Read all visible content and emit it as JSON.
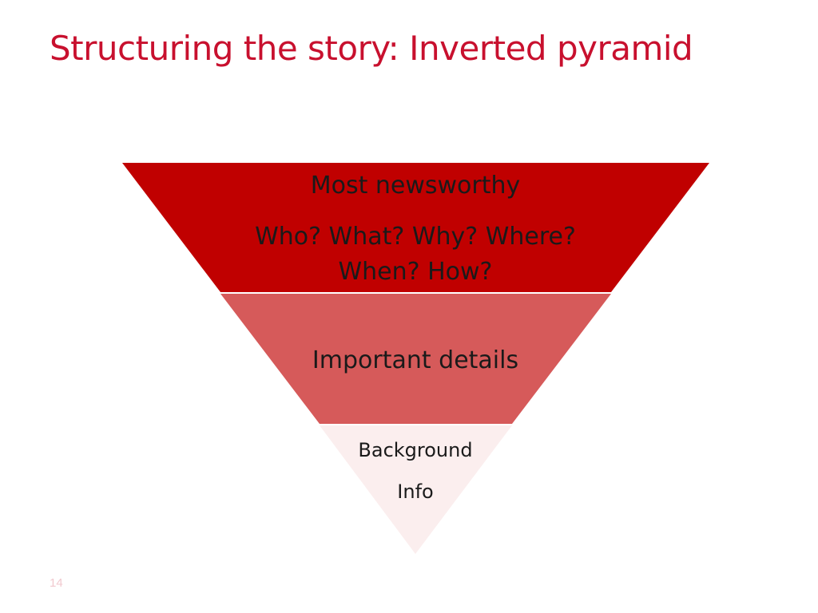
{
  "slide": {
    "title": "Structuring the story: Inverted pyramid",
    "page_number": "14"
  },
  "pyramid": {
    "tiers": [
      {
        "lines": [
          "Most newsworthy",
          "Who? What? Why? Where?",
          "When? How?"
        ],
        "fill": "#c00000"
      },
      {
        "lines": [
          "Important details"
        ],
        "fill": "#d65a5a"
      },
      {
        "lines": [
          "Background",
          "Info"
        ],
        "fill": "#fbeeee"
      }
    ]
  },
  "colors": {
    "title": "#c8102e",
    "tier_text": "#1a1a1a",
    "page_number": "#f1c9cf"
  }
}
